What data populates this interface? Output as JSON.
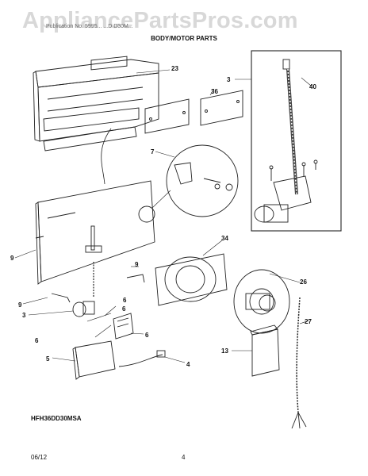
{
  "watermark": "AppliancePartsPros.com",
  "header_text": "Publication No. 5995... ...D D30M...",
  "title": "BODY/MOTOR PARTS",
  "model": "HFH36DD30MSA",
  "date": "06/12",
  "page_number": "4",
  "callouts": {
    "c23": "23",
    "c3a": "3",
    "c40": "40",
    "c36": "36",
    "c7": "7",
    "c9a": "9",
    "c34": "34",
    "c9b": "9",
    "c26": "26",
    "c9c": "9",
    "c6a": "6",
    "c6b": "6",
    "c3b": "3",
    "c6c": "6",
    "c27": "27",
    "c6d": "6",
    "c13": "13",
    "c5": "5",
    "c4": "4"
  }
}
